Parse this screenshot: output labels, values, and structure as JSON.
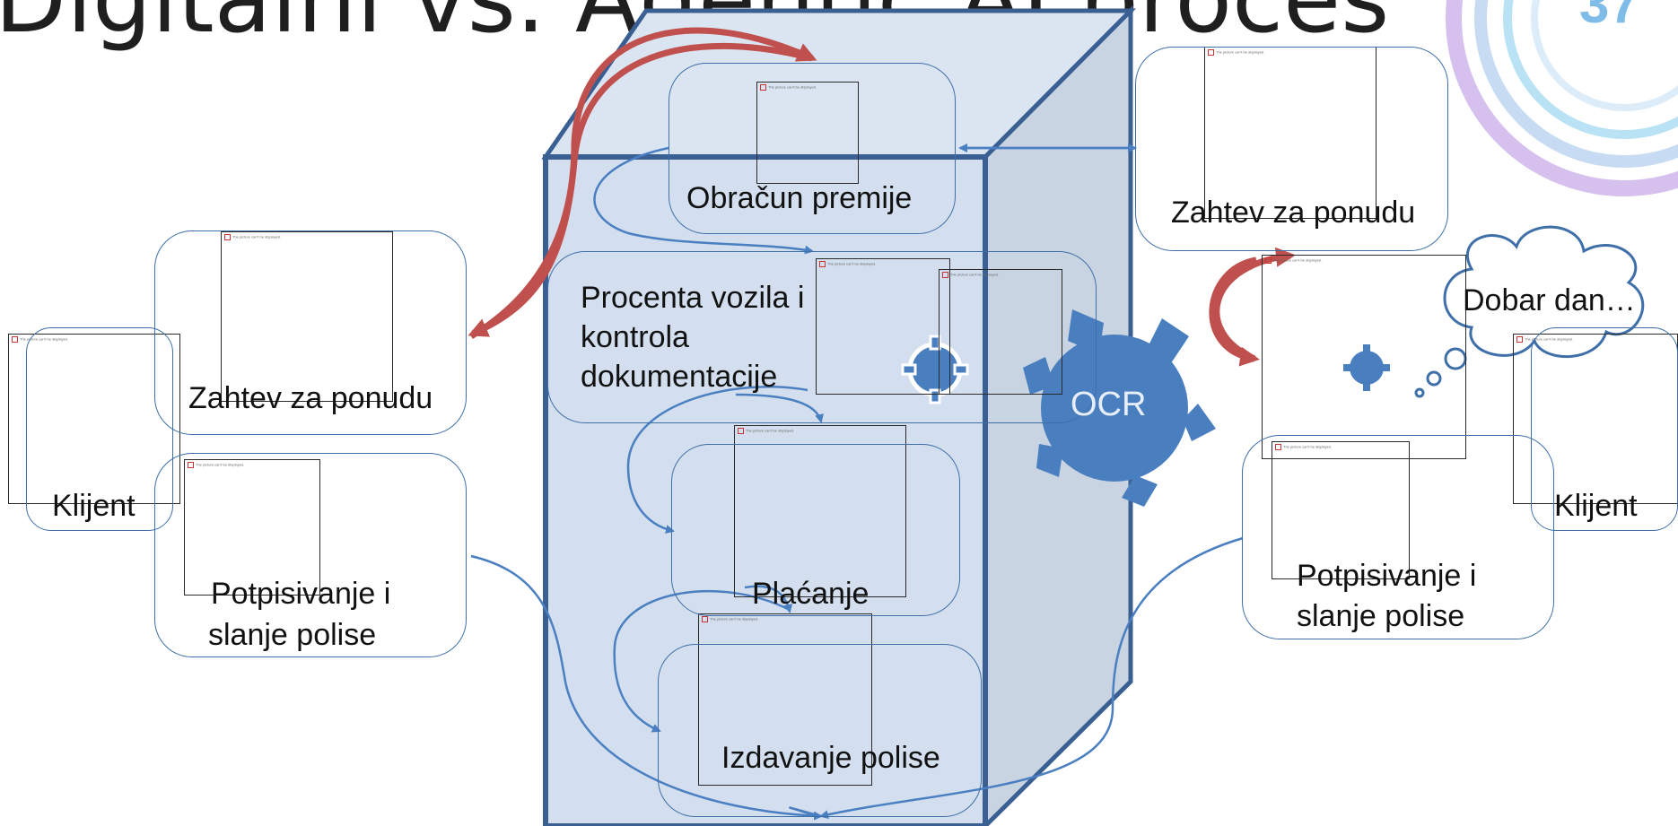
{
  "slide": {
    "title": "Digitalni vs. Agentic AI proces"
  },
  "left_side": {
    "request_box": "Zahtev za ponudu",
    "client": "Klijent",
    "sign_box_line1": "Potpisivanje i",
    "sign_box_line2": "slanje polise"
  },
  "center_process": {
    "premium": "Obračun premije",
    "inspection_line1": "Procenta vozila i",
    "inspection_line2": "kontrola",
    "inspection_line3": "dokumentacije",
    "payment": "Plaćanje",
    "issuance": "Izdavanje polise",
    "ocr": "OCR"
  },
  "right_side": {
    "request_box": "Zahtev za ponudu",
    "client": "Klijent",
    "speech": "Dobar dan…",
    "sign_box_line1": "Potpisivanje i",
    "sign_box_line2": "slanje polise"
  },
  "placeholder_image_text": "The picture can't be displayed.",
  "colors": {
    "box_border": "#3f6fa9",
    "cube_fill": "#d3dfee",
    "cube_edge": "#3a5f93",
    "arrow_blue": "#4a7fc1",
    "arrow_red": "#c0504d",
    "gear": "#4a7fbf",
    "logo_purple": "#c9a8e6",
    "logo_blue": "#7fbde8"
  }
}
